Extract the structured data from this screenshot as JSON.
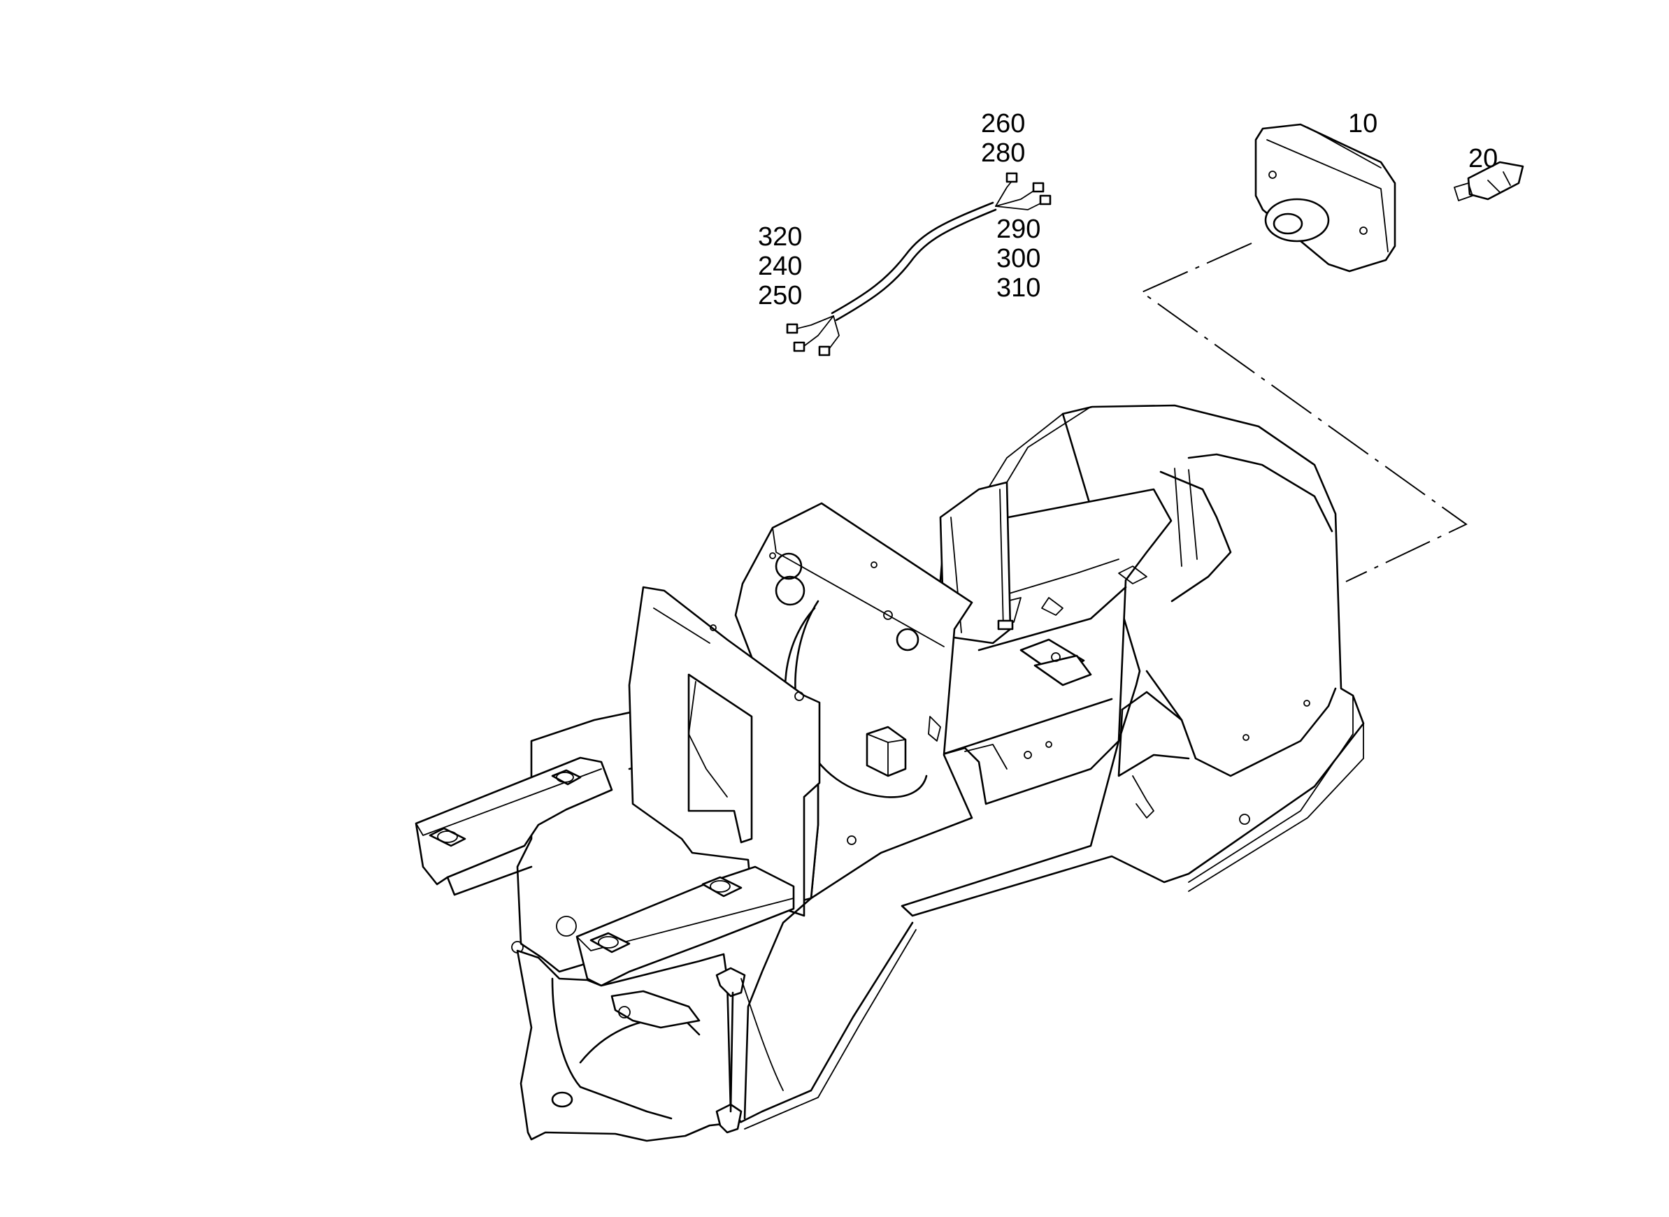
{
  "callouts": {
    "c260": "260",
    "c280": "280",
    "c320": "320",
    "c240": "240",
    "c250": "250",
    "c290": "290",
    "c300": "300",
    "c310": "310",
    "c10": "10",
    "c20": "20"
  }
}
